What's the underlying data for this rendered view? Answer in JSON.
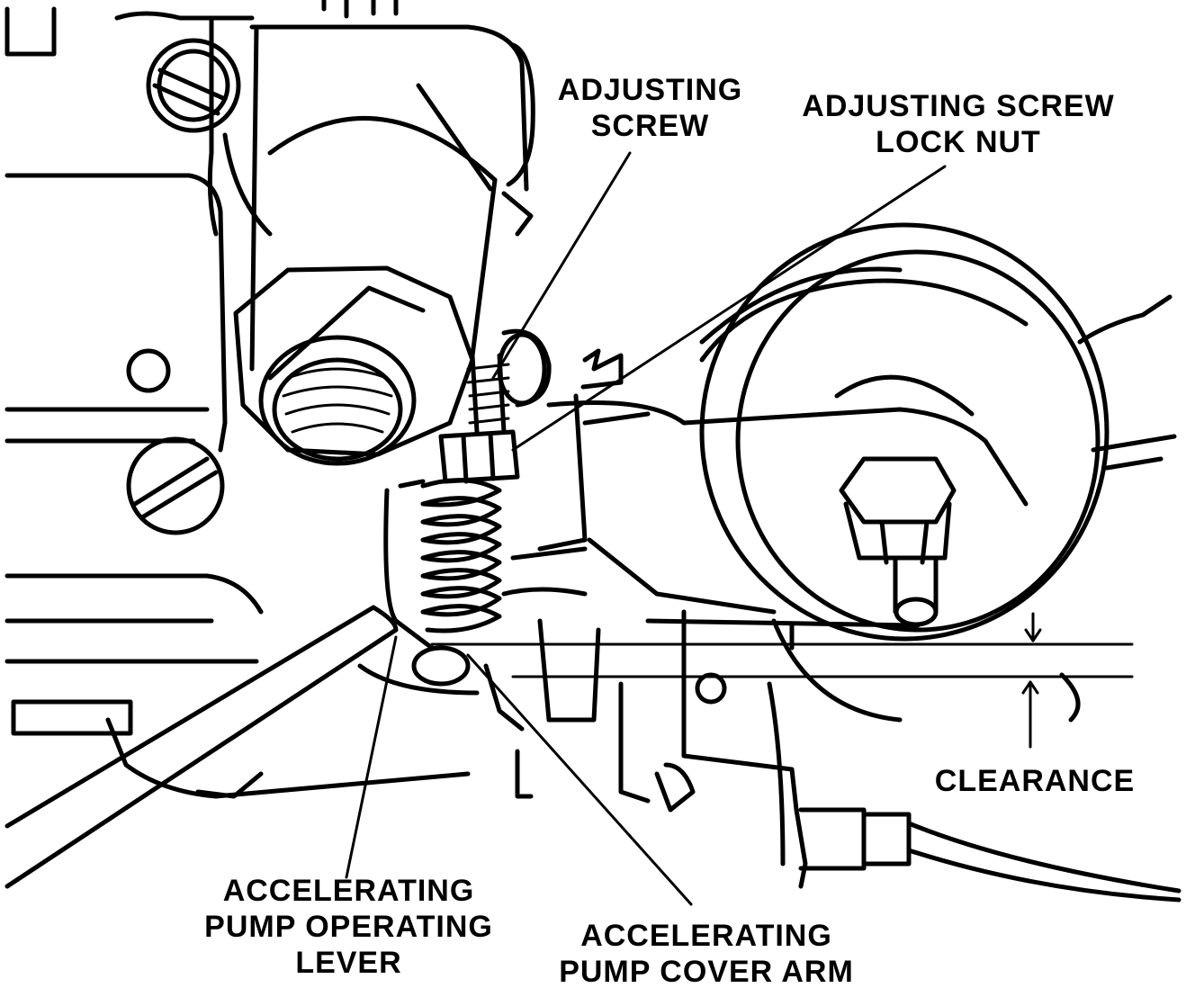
{
  "colors": {
    "ink": "#000000",
    "background": "#ffffff"
  },
  "labels": {
    "adjusting_screw": [
      "ADJUSTING",
      "SCREW"
    ],
    "lock_nut": [
      "ADJUSTING SCREW",
      "LOCK NUT"
    ],
    "clearance": [
      "CLEARANCE"
    ],
    "operating_lever": [
      "ACCELERATING",
      "PUMP OPERATING",
      "LEVER"
    ],
    "cover_arm": [
      "ACCELERATING",
      "PUMP COVER ARM"
    ]
  }
}
